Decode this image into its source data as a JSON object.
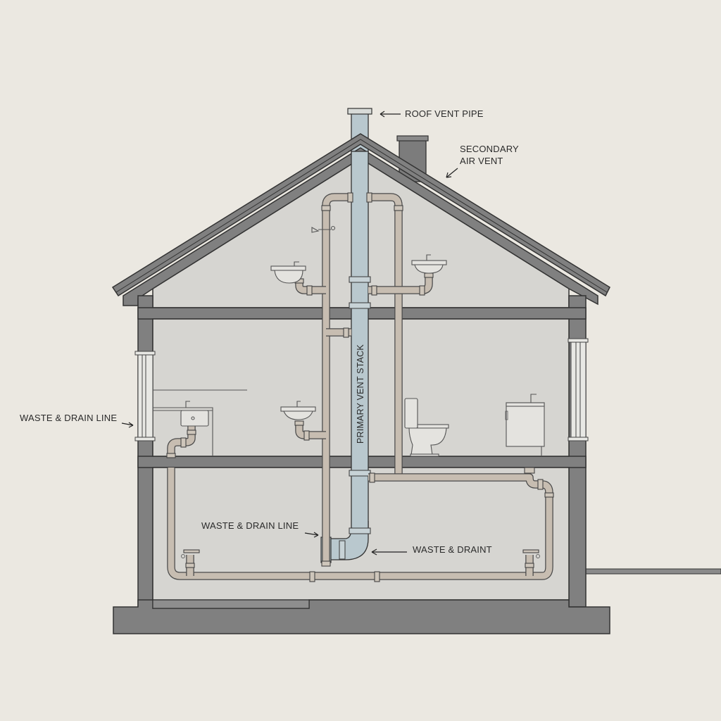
{
  "diagram": {
    "subject": "House plumbing cross-section",
    "colors": {
      "background": "#ebe8e1",
      "structure": "#808080",
      "room_fill": "#d6d5d1",
      "drain_pipe": "#c7bdb1",
      "vent_stack": "#b9c8ce",
      "label_text": "#2a2a2a"
    },
    "labels": {
      "roof_vent_pipe": "ROOF VENT PIPE",
      "secondary_air_vent_line1": "SECONDARY",
      "secondary_air_vent_line2": "AIR VENT",
      "waste_drain_left": "WASTE & DRAIN LINE",
      "primary_vent_stack": "PRIMARY VENT STACK",
      "waste_drain_basement": "WASTE & DRAIN LINE",
      "waste_drain_right": "WASTE & DRAINT"
    },
    "floors": [
      {
        "name": "attic",
        "fixtures": [
          "shower-head",
          "sink-left",
          "sink-right"
        ]
      },
      {
        "name": "ground-floor",
        "fixtures": [
          "vanity-sink",
          "pedestal-sink",
          "toilet",
          "vanity-cabinet"
        ]
      },
      {
        "name": "basement",
        "fixtures": [
          "cleanout-left",
          "cleanout-right"
        ]
      }
    ]
  }
}
